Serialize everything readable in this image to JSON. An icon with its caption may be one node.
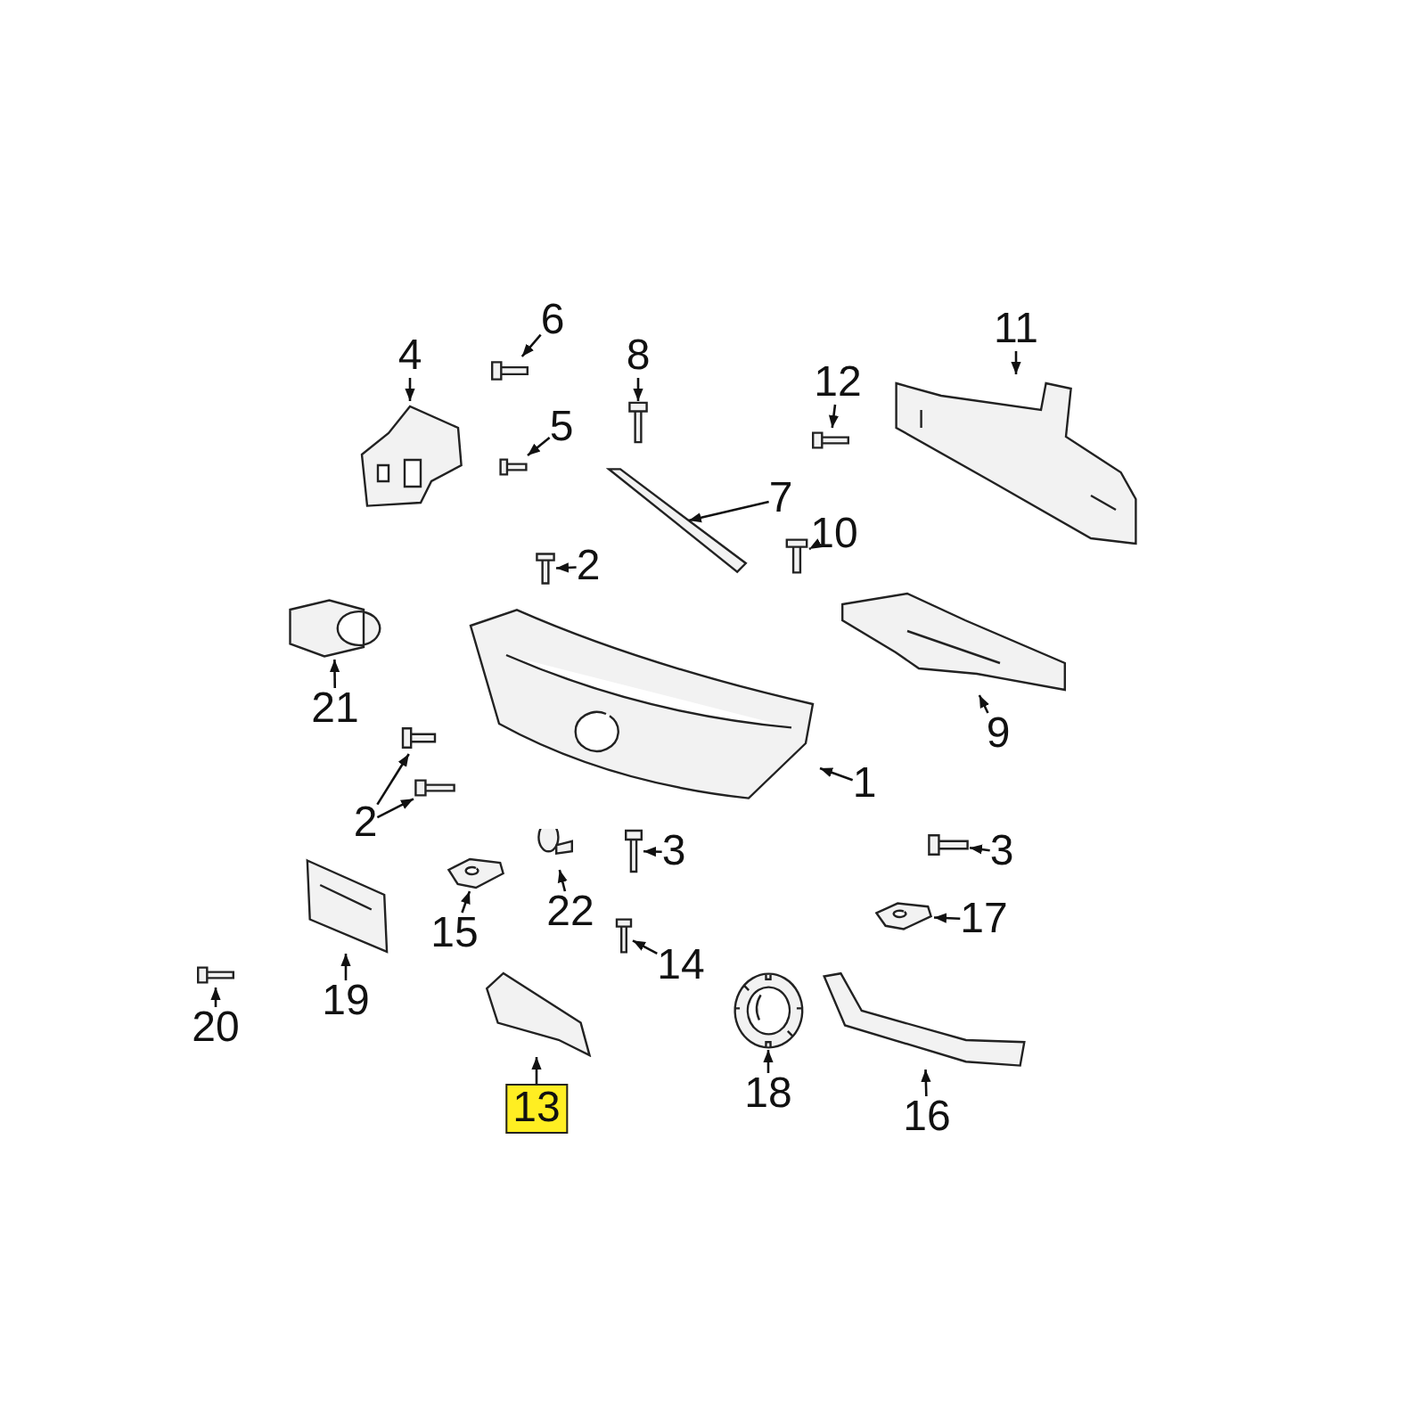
{
  "diagram": {
    "nodes": [
      {
        "text": [
          "11"
        ]
      },
      {
        "text": [
          "6"
        ]
      },
      {
        "text": [
          "4"
        ]
      },
      {
        "text": [
          "8"
        ]
      },
      {
        "text": [
          "5"
        ]
      },
      {
        "text": [
          "12"
        ]
      },
      {
        "text": [
          "7"
        ]
      },
      {
        "text": [
          "10"
        ]
      },
      {
        "text": [
          "2"
        ]
      },
      {
        "text": [
          "21"
        ]
      },
      {
        "text": [
          "9"
        ]
      },
      {
        "text": [
          "1"
        ]
      },
      {
        "text": [
          "2"
        ]
      },
      {
        "text": [
          "3"
        ]
      },
      {
        "text": [
          "3"
        ]
      },
      {
        "text": [
          "15"
        ]
      },
      {
        "text": [
          "22"
        ]
      },
      {
        "text": [
          "19"
        ]
      },
      {
        "text": [
          "17"
        ]
      },
      {
        "text": [
          "14"
        ]
      },
      {
        "text": [
          "20"
        ]
      },
      {
        "text": [
          "13"
        ]
      },
      {
        "text": [
          "18"
        ]
      },
      {
        "text": [
          "16"
        ]
      },
      {
        "text": [],
        "shape": "picture"
      },
      {
        "text": [],
        "shape": "picture"
      },
      {
        "text": [],
        "shape": "picture"
      },
      {
        "text": [],
        "shape": "picture"
      },
      {
        "text": [],
        "shape": "picture"
      },
      {
        "text": [],
        "shape": "picture"
      },
      {
        "text": [],
        "shape": "picture"
      },
      {
        "text": [],
        "shape": "picture"
      },
      {
        "text": [],
        "shape": "picture"
      },
      {
        "text": [],
        "shape": "picture"
      },
      {
        "text": [],
        "shape": "picture"
      },
      {
        "text": [],
        "shape": "picture"
      },
      {
        "text": [],
        "shape": "picture"
      },
      {
        "text": [],
        "shape": "picture"
      },
      {
        "text": [],
        "shape": "picture"
      },
      {
        "text": [],
        "shape": "picture"
      },
      {
        "text": [],
        "shape": "picture"
      },
      {
        "text": [],
        "shape": "picture"
      },
      {
        "text": [],
        "shape": "picture"
      },
      {
        "text": [],
        "shape": "picture"
      },
      {
        "text": [],
        "shape": "picture"
      },
      {
        "text": [],
        "shape": "picture"
      },
      {
        "text": [],
        "shape": "picture"
      },
      {
        "text": [],
        "shape": "picture"
      },
      {
        "text": [],
        "shape": "picture"
      }
    ],
    "edges": [
      {
        "from": 0,
        "to": 24,
        "arrow": "to"
      },
      {
        "from": 1,
        "to": 25,
        "arrow": "to"
      },
      {
        "from": 2,
        "to": 26,
        "arrow": "to"
      },
      {
        "from": 3,
        "to": 27,
        "arrow": "to"
      },
      {
        "from": 4,
        "to": 28,
        "arrow": "to"
      },
      {
        "from": 5,
        "to": 29,
        "arrow": "to"
      },
      {
        "from": 6,
        "to": 30,
        "arrow": "to"
      },
      {
        "from": 7,
        "to": 31,
        "arrow": "to"
      },
      {
        "from": 8,
        "to": 32,
        "arrow": "to"
      },
      {
        "from": 9,
        "to": 33,
        "arrow": "to"
      },
      {
        "from": 10,
        "to": 34,
        "arrow": "to"
      },
      {
        "from": 11,
        "to": 35,
        "arrow": "to"
      },
      {
        "from": 12,
        "to": 36,
        "arrow": "to"
      },
      {
        "from": 12,
        "to": 37,
        "arrow": "to"
      },
      {
        "from": 13,
        "to": 38,
        "arrow": "to"
      },
      {
        "from": 14,
        "to": 39,
        "arrow": "to"
      },
      {
        "from": 15,
        "to": 40,
        "arrow": "to"
      },
      {
        "from": 16,
        "to": 41,
        "arrow": "to"
      },
      {
        "from": 17,
        "to": 42,
        "arrow": "to"
      },
      {
        "from": 18,
        "to": 43,
        "arrow": "to"
      },
      {
        "from": 19,
        "to": 44,
        "arrow": "to"
      },
      {
        "from": 20,
        "to": 45,
        "arrow": "to"
      },
      {
        "from": 21,
        "to": 46,
        "arrow": "to"
      },
      {
        "from": 22,
        "to": 47,
        "arrow": "to"
      },
      {
        "from": 23,
        "to": 48,
        "arrow": "to"
      }
    ]
  }
}
